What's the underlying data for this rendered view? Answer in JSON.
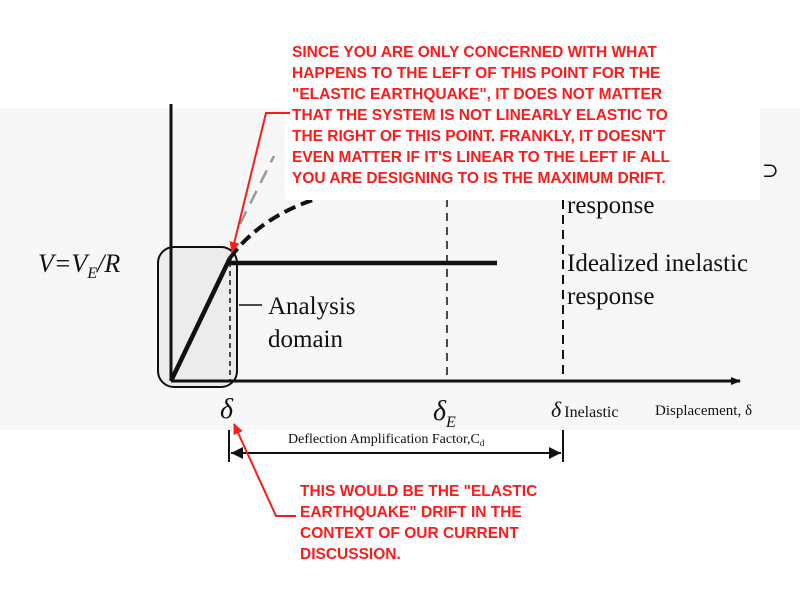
{
  "top_note": {
    "lines": [
      "SINCE YOU ARE ONLY CONCERNED WITH WHAT",
      "HAPPENS TO THE LEFT OF THIS POINT FOR THE",
      "\"ELASTIC EARTHQUAKE\", IT DOES NOT MATTER",
      "THAT THE SYSTEM IS NOT LINEARLY ELASTIC TO",
      "THE RIGHT OF THIS POINT.  FRANKLY, IT DOESN'T",
      "EVEN MATTER IF IT'S LINEAR TO THE LEFT IF ALL",
      "YOU ARE DESIGNING TO IS THE MAXIMUM DRIFT."
    ]
  },
  "bottom_note": {
    "lines": [
      "THIS WOULD BE THE \"ELASTIC",
      "EARTHQUAKE\" DRIFT IN THE",
      "CONTEXT OF OUR CURRENT",
      "DISCUSSION."
    ]
  },
  "labels": {
    "v_label": "V=V",
    "v_sub": "E",
    "v_tail": "/R",
    "elastic_response_tail": "response",
    "idealized_line1": "Idealized inelastic",
    "idealized_line2": "response",
    "analysis_line1": "Analysis",
    "analysis_line2": "domain",
    "delta": "δ",
    "delta_e": "δ",
    "delta_e_sub": "E",
    "delta_inelastic_symbol": "δ",
    "delta_inelastic_word": "Inelastic",
    "x_axis_label": "Displacement, δ",
    "cd_label": "Deflection Amplification Factor,C",
    "cd_sub": "d",
    "partial_c": "⊃"
  },
  "colors": {
    "annotation": "#ff1a1a",
    "ink": "#111111",
    "domain_fill": "#eeeeee"
  }
}
